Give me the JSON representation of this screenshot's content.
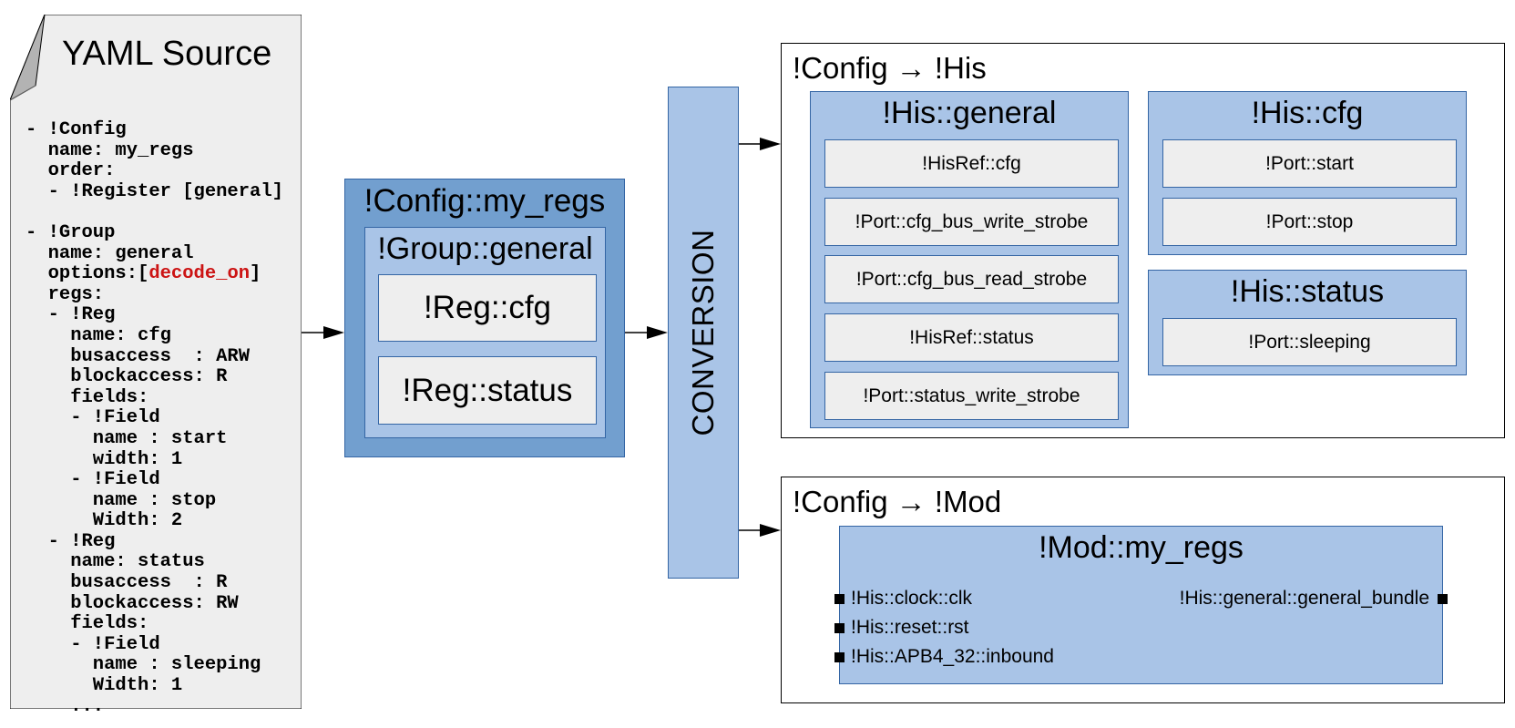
{
  "yaml_source": {
    "title": "YAML Source",
    "code": "- !Config\n  name: my_regs\n  order:\n  - !Register [general]\n\n- !Group\n  name: general\n  options:[@@decode_on@@]\n  regs:\n  - !Reg\n    name: cfg\n    busaccess  : ARW\n    blockaccess: R\n    fields:\n    - !Field\n      name : start\n      width: 1\n    - !Field\n      name : stop\n      Width: 2\n  - !Reg\n    name: status\n    busaccess  : R\n    blockaccess: RW\n    fields:\n    - !Field\n      name : sleeping\n      Width: 1\n    ...",
    "highlight_color": "#cc1414"
  },
  "config_block": {
    "title": "!Config::my_regs",
    "group": {
      "title": "!Group::general",
      "regs": [
        "!Reg::cfg",
        "!Reg::status"
      ]
    }
  },
  "conversion": {
    "label": "CONVERSION"
  },
  "his_output": {
    "title": "!Config → !His",
    "general": {
      "title": "!His::general",
      "items": [
        "!HisRef::cfg",
        "!Port::cfg_bus_write_strobe",
        "!Port::cfg_bus_read_strobe",
        "!HisRef::status",
        "!Port::status_write_strobe"
      ]
    },
    "cfg": {
      "title": "!His::cfg",
      "items": [
        "!Port::start",
        "!Port::stop"
      ]
    },
    "status": {
      "title": "!His::status",
      "items": [
        "!Port::sleeping"
      ]
    }
  },
  "mod_output": {
    "title": "!Config → !Mod",
    "module": {
      "title": "!Mod::my_regs",
      "left_ports": [
        "!His::clock::clk",
        "!His::reset::rst",
        "!His::APB4_32::inbound"
      ],
      "right_ports": [
        "!His::general::general_bundle"
      ]
    }
  },
  "colors": {
    "dark_blue": "#729fcf",
    "light_blue": "#a9c4e7",
    "border_blue": "#3465a4",
    "gray_fill": "#eeeeee"
  }
}
